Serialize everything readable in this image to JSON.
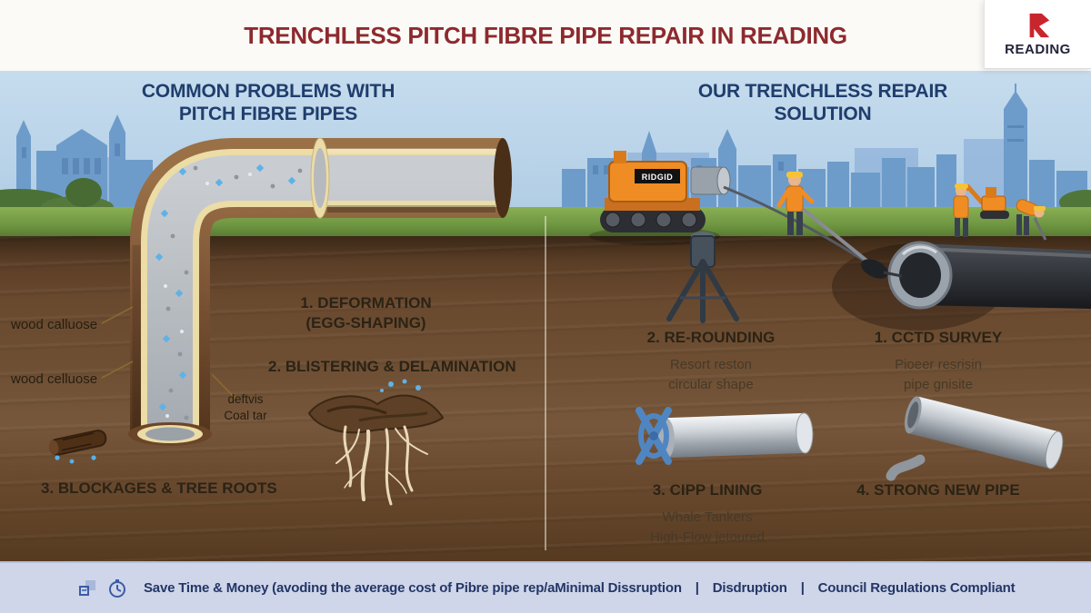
{
  "colors": {
    "title_red": "#8d2a2e",
    "heading_navy": "#1f3e6d",
    "footer_navy": "#243666",
    "machine_orange": "#ef8c24",
    "accent_blue": "#4f86c2"
  },
  "header": {
    "title": "TRENCHLESS PITCH FIBRE PIPE REPAIR IN READING",
    "logo": {
      "icon": "reading-ribbon-icon",
      "brand": "READING"
    }
  },
  "left_panel": {
    "heading_line1": "COMMON PROBLEMS WITH",
    "heading_line2": "PITCH FIBRE PIPES",
    "callouts": {
      "wood_cellulose_top": "wood calluose",
      "wood_cellulose_bottom": "wood celluose",
      "debris_line1": "deftvis",
      "debris_line2": "Coal tar"
    },
    "problems": [
      {
        "title": "1. DEFORMATION",
        "subtitle": "(EGG-SHAPING)"
      },
      {
        "title": "2. BLISTERING & DELAMINATION",
        "subtitle": ""
      },
      {
        "title": "3. BLOCKAGES & TREE ROOTS",
        "subtitle": ""
      }
    ]
  },
  "right_panel": {
    "heading_line1": "OUR TRENCHLESS REPAIR",
    "heading_line2": "SOLUTION",
    "machine_label": "RIDGID",
    "steps": [
      {
        "title": "1. CCTD SURVEY",
        "desc_line1": "Pioeer resrisin",
        "desc_line2": "pipe gnisite"
      },
      {
        "title": "2. RE-ROUNDING",
        "desc_line1": "Resort reston",
        "desc_line2": "circular shape"
      },
      {
        "title": "3. CIPP LINING",
        "desc_line1": "Whale Tankers",
        "desc_line2": "High-Flow jetoured"
      },
      {
        "title": "4. STRONG NEW PIPE",
        "desc_line1": "",
        "desc_line2": ""
      }
    ]
  },
  "footer": {
    "icons": [
      "savings-icon",
      "timer-icon"
    ],
    "separator": "|",
    "segments": [
      "Save Time & Money (avoding the average cost of Pibre pipe rep/aMinimal Dissruption",
      "Disdruption",
      "Council Regulations Compliant"
    ]
  }
}
